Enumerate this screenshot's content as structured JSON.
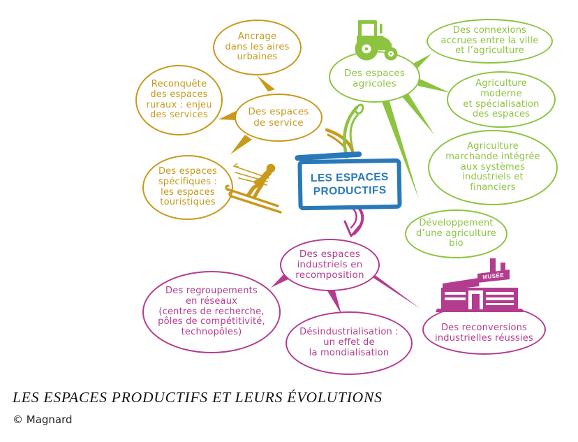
{
  "colors": {
    "gold": "#C8991B",
    "green": "#8CC43F",
    "magenta": "#B43C8F",
    "blue": "#2979B8"
  },
  "center": {
    "label": "LES ESPACES\nPRODUCTIFS"
  },
  "nodes": {
    "service": {
      "label": "Des espaces\nde service"
    },
    "ancrage": {
      "label": "Ancrage\ndans les aires\nurbaines"
    },
    "reconquete": {
      "label": "Reconquête\ndes espaces\nruraux : enjeu\ndes services"
    },
    "specifiques": {
      "label": "Des espaces\nspécifiques :\nles espaces\ntouristiques"
    },
    "agricoles": {
      "label": "Des espaces\nagricoles"
    },
    "connexions": {
      "label": "Des connexions\naccrues entre la ville\net l’agriculture"
    },
    "moderne": {
      "label": "Agriculture\nmoderne\net spécialisation\ndes espaces"
    },
    "marchande": {
      "label": "Agriculture\nmarchande intégrée\naux systèmes\nindustriels et\nfinanciers"
    },
    "bio": {
      "label": "Développement\nd’une agriculture\nbio"
    },
    "industriels": {
      "label": "Des espaces\nindustriels en\nrecomposition"
    },
    "regroupements": {
      "label": "Des regroupements\nen réseaux\n(centres de recherche,\npôles de compétitivité,\ntechnopôles)"
    },
    "desindustrialisation": {
      "label": "Désindustrialisation :\nun effet de\nla mondialisation"
    },
    "reconversions": {
      "label": "Des reconversions\nindustrielles réussies"
    }
  },
  "branches": [
    {
      "theme": "services",
      "color_key": "gold",
      "root": "service",
      "children": [
        "ancrage",
        "reconquete",
        "specifiques"
      ]
    },
    {
      "theme": "agriculture",
      "color_key": "green",
      "root": "agricoles",
      "children": [
        "connexions",
        "moderne",
        "marchande",
        "bio"
      ]
    },
    {
      "theme": "industrie",
      "color_key": "magenta",
      "root": "industriels",
      "children": [
        "regroupements",
        "desindustrialisation",
        "reconversions"
      ]
    }
  ],
  "icons": {
    "tractor": "tractor-icon (green silhouette)",
    "skier": "skier-icon (gold silhouette with speed lines)",
    "factory": "museum-factory-icon (magenta factory with MUSÉE sign)"
  },
  "factory_sign": "MUSÉE",
  "caption": "LES ESPACES PRODUCTIFS ET LEURS ÉVOLUTIONS",
  "credit": "© Magnard"
}
